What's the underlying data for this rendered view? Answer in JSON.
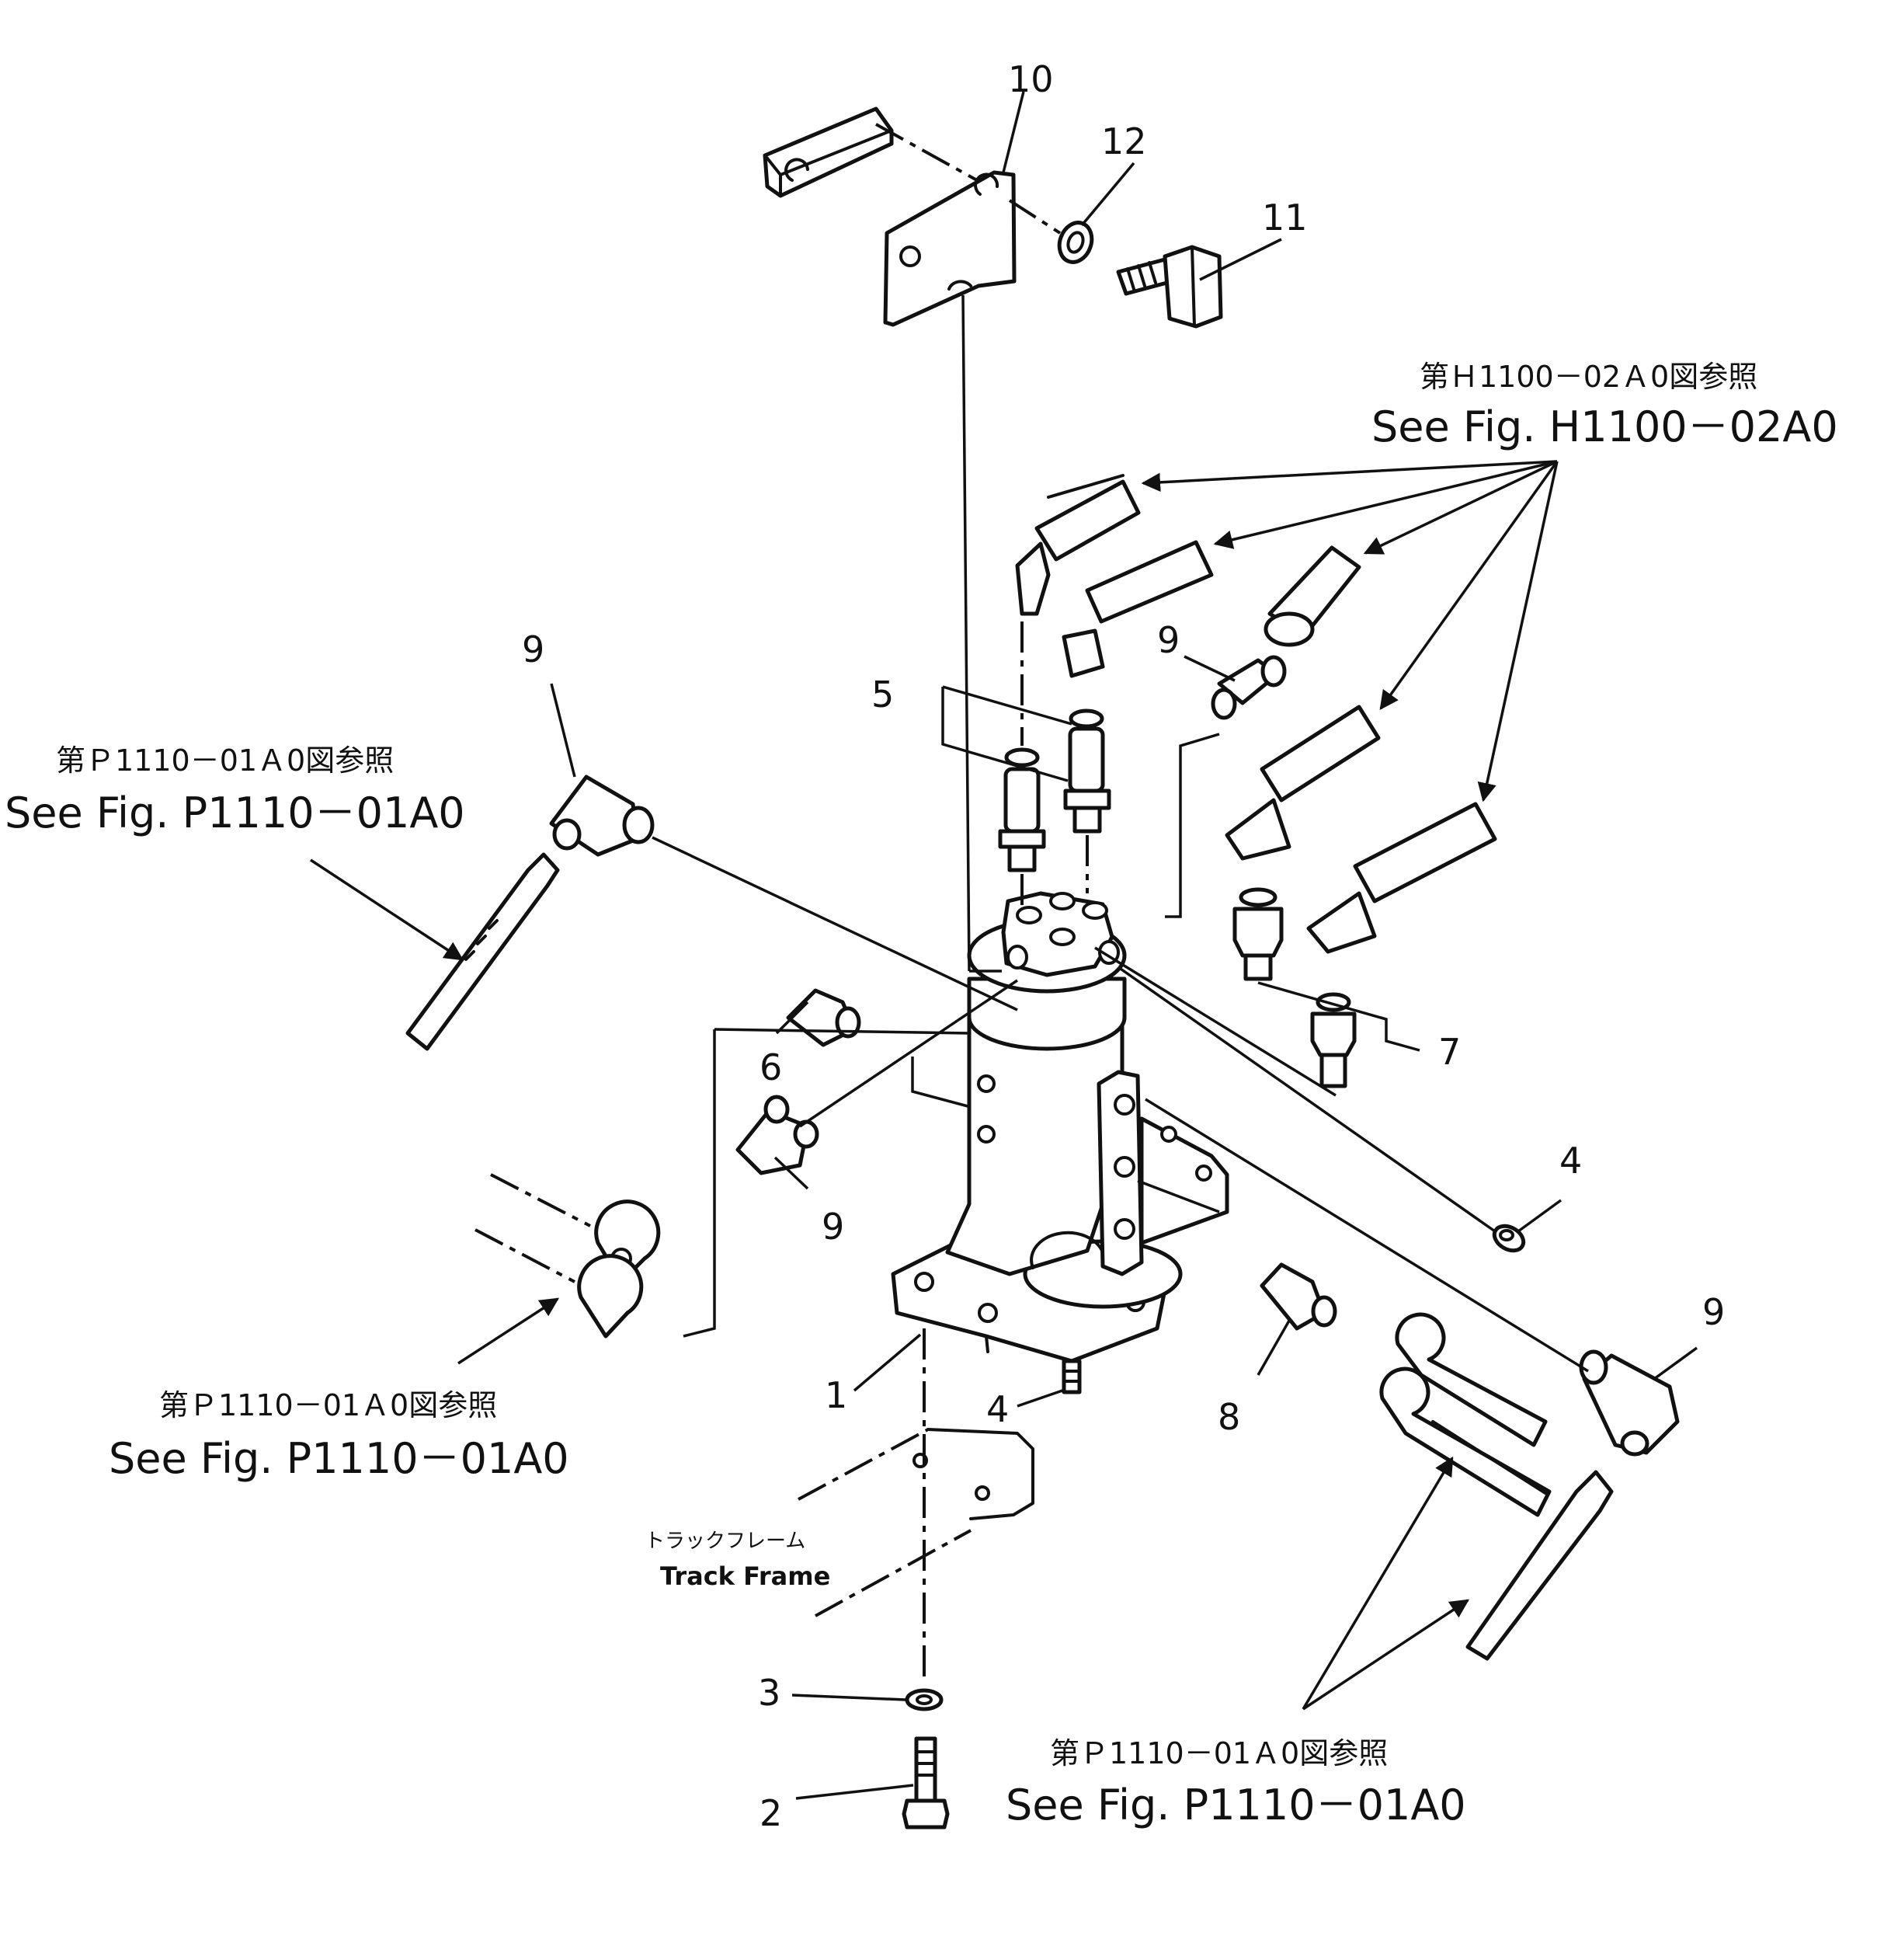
{
  "callouts": {
    "c1": "1",
    "c2": "2",
    "c3": "3",
    "c4a": "4",
    "c4b": "4",
    "c5": "5",
    "c6": "6",
    "c7": "7",
    "c8": "8",
    "c9a": "9",
    "c9b": "9",
    "c9c": "9",
    "c9d": "9",
    "c10": "10",
    "c11": "11",
    "c12": "12"
  },
  "references": {
    "top_right": {
      "jp": "第Ｈ1100－02Ａ0図参照",
      "en": "See Fig. H1100－02A0"
    },
    "left_upper": {
      "jp": "第Ｐ1110－01Ａ0図参照",
      "en": "See Fig. P1110－01A0"
    },
    "left_lower": {
      "jp": "第Ｐ1110－01Ａ0図参照",
      "en": "See Fig. P1110－01A0"
    },
    "bottom_right": {
      "jp": "第Ｐ1110－01Ａ0図参照",
      "en": "See Fig. P1110－01A0"
    }
  },
  "track_frame": {
    "jp": "トラックフレーム",
    "en": "Track Frame"
  }
}
